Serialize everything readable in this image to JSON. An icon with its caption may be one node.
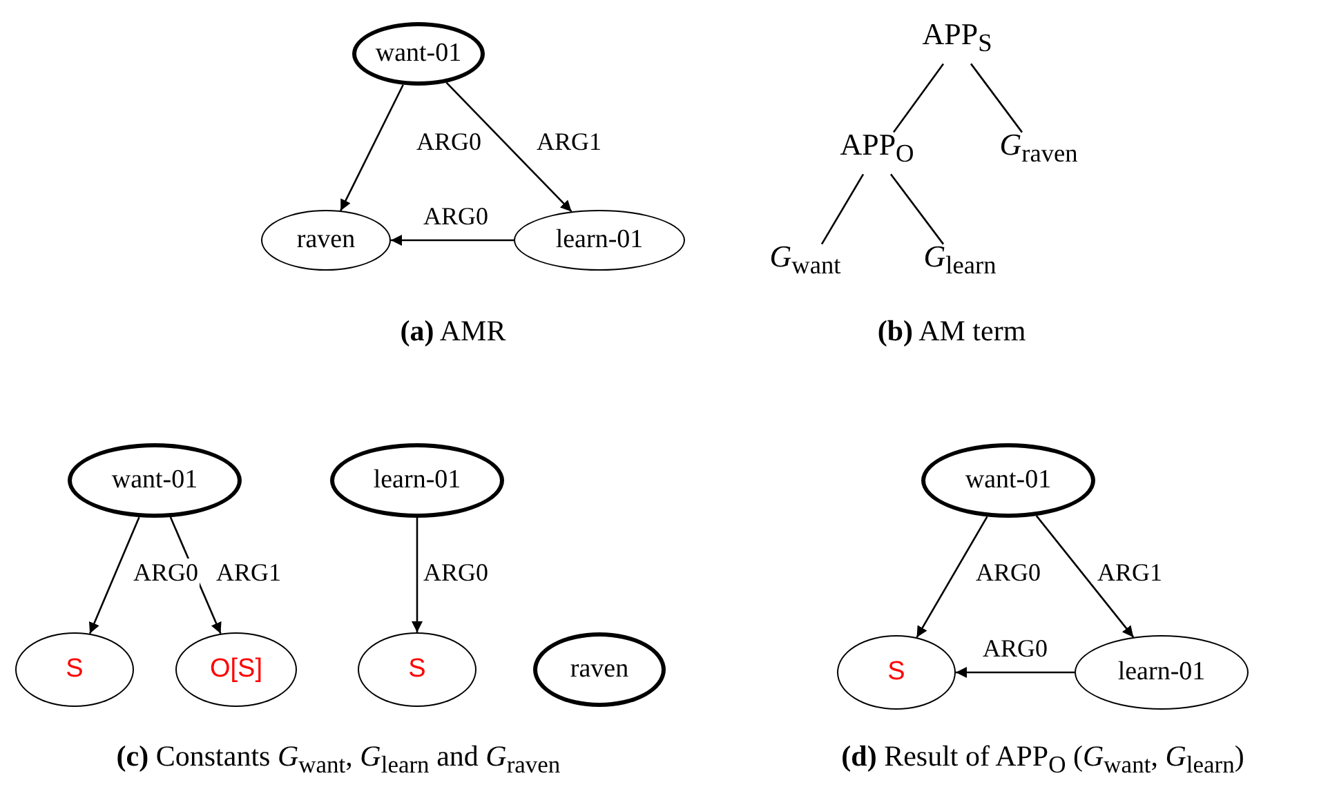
{
  "diagram": {
    "nodes": [
      {
        "text": [
          "want-01"
        ]
      },
      {
        "text": [
          "raven"
        ]
      },
      {
        "text": [
          "learn-01"
        ]
      },
      {
        "text": [
          "APP$_{S}$"
        ]
      },
      {
        "text": [
          "APP$_{O}$"
        ]
      },
      {
        "text": [
          "*G*$_{raven}$"
        ]
      },
      {
        "text": [
          "*G*$_{want}$"
        ]
      },
      {
        "text": [
          "*G*$_{learn}$"
        ]
      },
      {
        "text": [
          "want-01"
        ]
      },
      {
        "text": [
          "S"
        ]
      },
      {
        "text": [
          "O[S]"
        ]
      },
      {
        "text": [
          "learn-01"
        ]
      },
      {
        "text": [
          "S"
        ]
      },
      {
        "text": [
          "raven"
        ]
      },
      {
        "text": [
          "want-01"
        ]
      },
      {
        "text": [
          "S"
        ]
      },
      {
        "text": [
          "learn-01"
        ]
      }
    ],
    "edges": [
      {
        "from": 0,
        "to": 1,
        "arrow": "to",
        "label": "ARG0"
      },
      {
        "from": 0,
        "to": 2,
        "arrow": "to",
        "label": "ARG1"
      },
      {
        "from": 2,
        "to": 1,
        "arrow": "to",
        "label": "ARG0"
      },
      {
        "from": 3,
        "to": 4,
        "arrow": "none"
      },
      {
        "from": 3,
        "to": 5,
        "arrow": "none"
      },
      {
        "from": 4,
        "to": 6,
        "arrow": "none"
      },
      {
        "from": 4,
        "to": 7,
        "arrow": "none"
      },
      {
        "from": 8,
        "to": 9,
        "arrow": "to",
        "label": "ARG0"
      },
      {
        "from": 8,
        "to": 10,
        "arrow": "to",
        "label": "ARG1"
      },
      {
        "from": 11,
        "to": 12,
        "arrow": "to",
        "label": "ARG0"
      },
      {
        "from": 14,
        "to": 15,
        "arrow": "to",
        "label": "ARG0"
      },
      {
        "from": 14,
        "to": 16,
        "arrow": "to",
        "label": "ARG1"
      },
      {
        "from": 16,
        "to": 15,
        "arrow": "to",
        "label": "ARG0"
      }
    ],
    "labels": [
      "**(a)** AMR",
      "**(b)** AM term",
      "**(c)** Constants *G*$_{want}$, *G*$_{learn}$ and *G*$_{raven}$",
      "**(d)** Result of APP$_{O}$ (*G*$_{want}$, *G*$_{learn}$)"
    ]
  }
}
